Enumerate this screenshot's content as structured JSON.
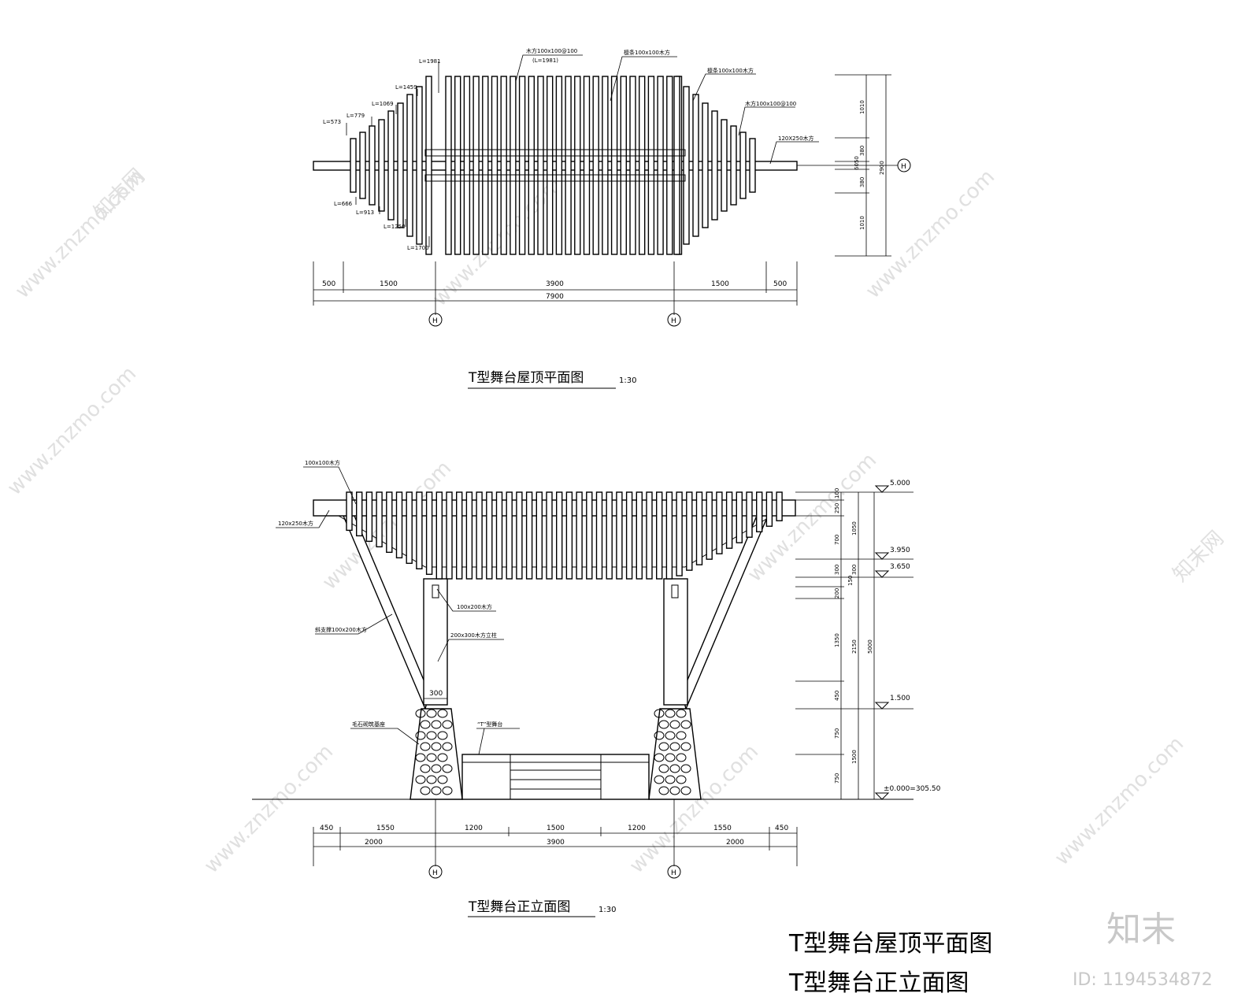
{
  "plan": {
    "title": "T型舞台屋顶平面图",
    "scale": "1:30",
    "callouts": {
      "l1981": "L=1981",
      "l1459": "L=1459",
      "l1069": "L=1069",
      "l779": "L=779",
      "l573": "L=573",
      "l666": "L=666",
      "l913": "L=913",
      "l1250": "L=1250",
      "l1700": "L=1700",
      "wood_top": "木方100x100@100",
      "wood_top_sub": "(L=1981)",
      "beam_mid": "檩条100x100木方",
      "beam_right": "檩条100x100木方",
      "wood_right": "木方100x100@100",
      "wood_big": "120X250木方"
    },
    "dims_bottom": [
      "500",
      "1500",
      "3900",
      "1500",
      "500"
    ],
    "dim_total": "7900",
    "dims_right": [
      "1010",
      "380",
      "6050",
      "380",
      "1010"
    ],
    "dim_right_total": "2900",
    "axis": "H"
  },
  "elevation": {
    "title": "T型舞台正立面图",
    "scale": "1:30",
    "callouts": {
      "wood_top": "100x100木方",
      "wood_big": "120x250木方",
      "brace": "斜支撑100x200木方",
      "wood_mid": "100x200木方",
      "column": "200x300木方立柱",
      "col_width": "300",
      "stone": "毛石砌筑基座",
      "stage": "“T”型舞台"
    },
    "dims_bottom_1": [
      "450",
      "1550",
      "1200",
      "1500",
      "1200",
      "1550",
      "450"
    ],
    "dims_bottom_2": [
      "2000",
      "3900",
      "2000"
    ],
    "dims_right_1": [
      "100",
      "250",
      "700",
      "300",
      "150",
      "200",
      "1350",
      "450",
      "750",
      "750"
    ],
    "dims_right_2": [
      "1050",
      "300",
      "2150",
      "1500"
    ],
    "dim_right_total": "5000",
    "levels": [
      "5.000",
      "3.950",
      "3.650",
      "1.500",
      "±0.000=305.50"
    ],
    "axis": "H"
  },
  "caption": {
    "line1": "T型舞台屋顶平面图",
    "line2": "T型舞台正立面图"
  },
  "watermark": {
    "url": "www.znzmo.com",
    "site": "知末网",
    "brand": "知末",
    "id": "ID: 1194534872"
  }
}
